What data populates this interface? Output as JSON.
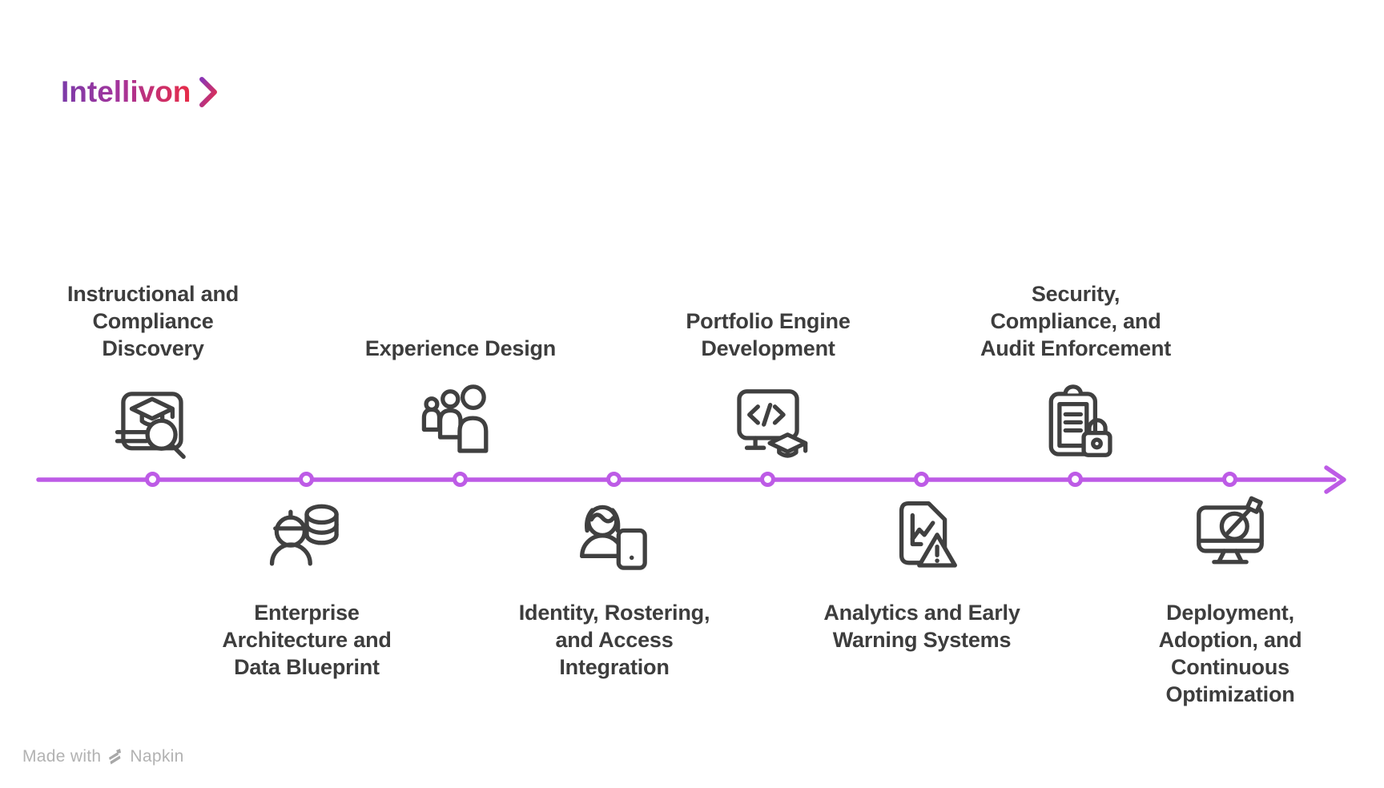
{
  "brand": {
    "name": "Intellivon",
    "logo_gradient_start": "#7b3aa8",
    "logo_gradient_end": "#e82c47",
    "chevron_icon": "chevron-right-icon"
  },
  "colors": {
    "timeline_purple": "#bd5be6",
    "icon_stroke": "#404040",
    "title_text": "#3d3d3d",
    "footer_gray": "#b2b2b2"
  },
  "timeline": {
    "node_count": 8,
    "end_icon": "arrow-right-icon"
  },
  "milestones": [
    {
      "title": "Instructional and Compliance Discovery",
      "side": "above",
      "icon": "course-search-icon",
      "lines": [
        "Instructional and",
        "Compliance",
        "Discovery"
      ]
    },
    {
      "title": "Enterprise Architecture and Data Blueprint",
      "side": "below",
      "icon": "engineer-database-icon",
      "lines": [
        "Enterprise",
        "Architecture and",
        "Data Blueprint"
      ]
    },
    {
      "title": "Experience Design",
      "side": "above",
      "icon": "user-group-icon",
      "lines": [
        "Experience Design"
      ]
    },
    {
      "title": "Identity, Rostering, and Access Integration",
      "side": "below",
      "icon": "person-tablet-icon",
      "lines": [
        "Identity, Rostering,",
        "and Access",
        "Integration"
      ]
    },
    {
      "title": "Portfolio Engine Development",
      "side": "above",
      "icon": "code-monitor-graduation-icon",
      "lines": [
        "Portfolio Engine",
        "Development"
      ]
    },
    {
      "title": "Analytics and Early Warning Systems",
      "side": "below",
      "icon": "report-warning-icon",
      "lines": [
        "Analytics and Early",
        "Warning Systems"
      ]
    },
    {
      "title": "Security, Compliance, and Audit Enforcement",
      "side": "above",
      "icon": "clipboard-lock-icon",
      "lines": [
        "Security,",
        "Compliance, and",
        "Audit Enforcement"
      ]
    },
    {
      "title": "Deployment, Adoption, and Continuous Optimization",
      "side": "below",
      "icon": "monitor-target-icon",
      "lines": [
        "Deployment,",
        "Adoption, and",
        "Continuous",
        "Optimization"
      ]
    }
  ],
  "footer": {
    "prefix": "Made with",
    "brand": "Napkin",
    "icon": "napkin-logo-icon"
  }
}
